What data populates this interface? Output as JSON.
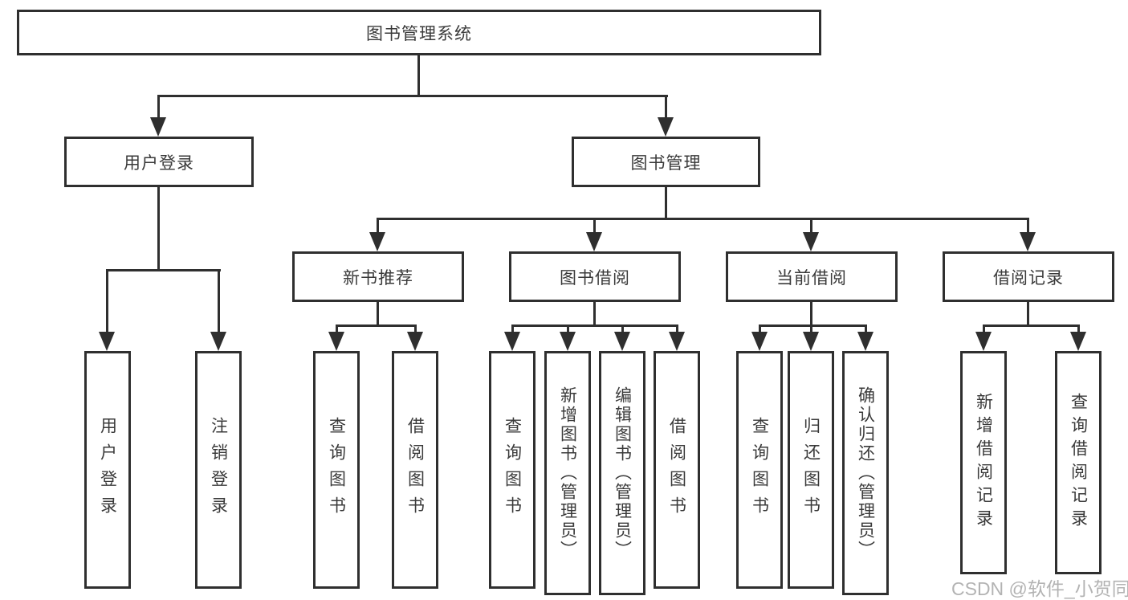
{
  "diagram": {
    "root": {
      "label": "图书管理系统"
    },
    "branches": [
      {
        "label": "用户登录",
        "children": [
          "用户登录",
          "注销登录"
        ]
      },
      {
        "label": "图书管理",
        "children": [
          {
            "label": "新书推荐",
            "children": [
              "查询图书",
              "借阅图书"
            ]
          },
          {
            "label": "图书借阅",
            "children": [
              "查询图书",
              "新增图书（管理员）",
              "编辑图书（管理员）",
              "借阅图书"
            ]
          },
          {
            "label": "当前借阅",
            "children": [
              "查询图书",
              "归还图书",
              "确认归还（管理员）"
            ]
          },
          {
            "label": "借阅记录",
            "children": [
              "新增借阅记录",
              "查询借阅记录"
            ]
          }
        ]
      }
    ]
  },
  "watermark": {
    "text": "CSDN @软件_小贺同学"
  },
  "colors": {
    "line": "#2f2f2f",
    "text": "#3a3a3a",
    "background": "#ffffff",
    "watermark": "#b3b3b3"
  }
}
